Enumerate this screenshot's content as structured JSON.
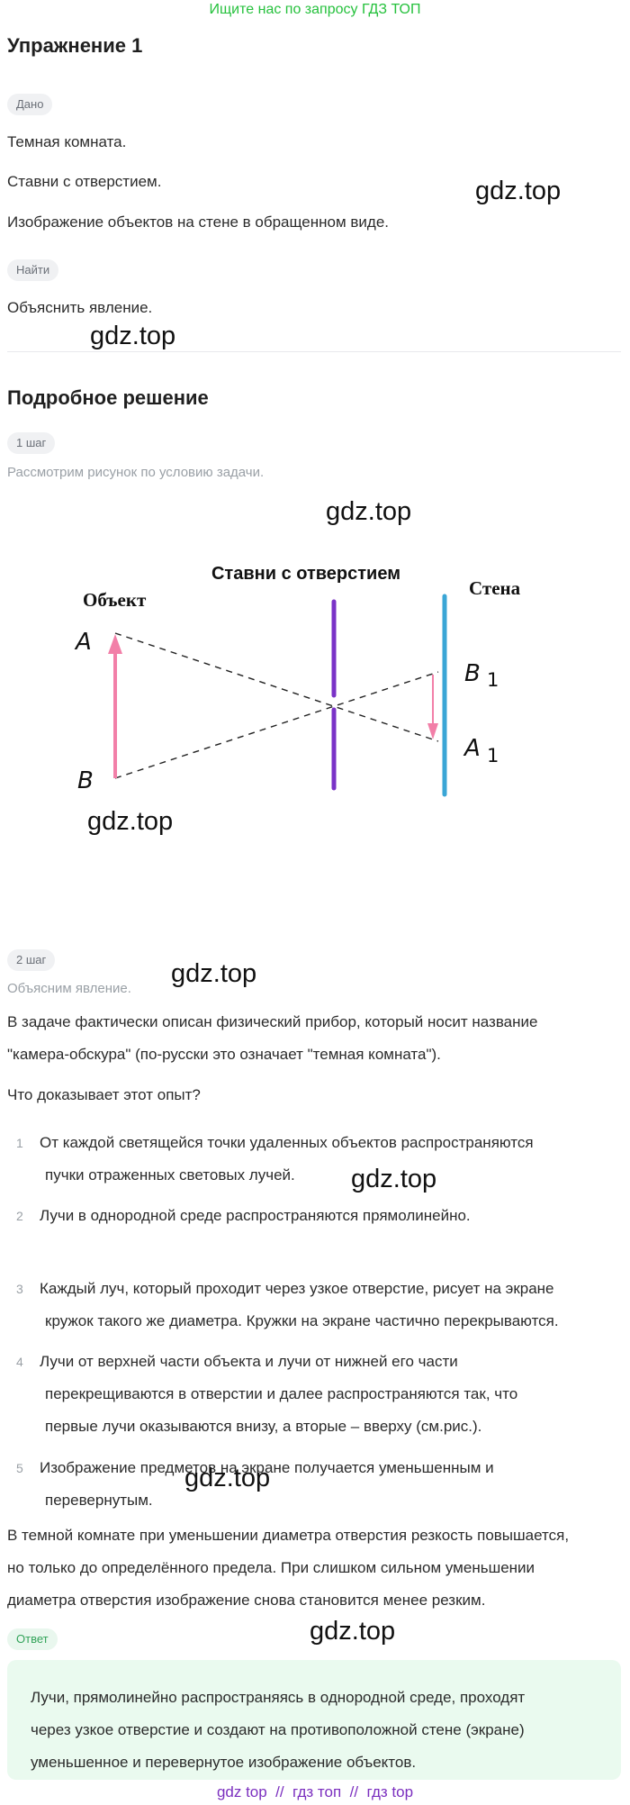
{
  "banner": "Ищите нас по запросу ГДЗ ТОП",
  "title": "Упражнение 1",
  "given": {
    "badge": "Дано",
    "lines": [
      "Темная комната.",
      "Ставни с отверстием.",
      "Изображение объектов на стене в обращенном виде."
    ]
  },
  "find": {
    "badge": "Найти",
    "line": "Объяснить явление."
  },
  "solution_title": "Подробное решение",
  "step1": {
    "badge": "1 шаг",
    "text": "Рассмотрим рисунок по условию задачи."
  },
  "diagram": {
    "title": "Ставни с отверстием",
    "object_label": "Объект",
    "wall_label": "Стена",
    "point_a": "A",
    "point_b": "B",
    "point_b1": "B",
    "point_a1": "A",
    "subscript": "1",
    "colors": {
      "arrow": "#f27fa8",
      "shutter": "#7a33c7",
      "wall": "#3aa6d6"
    }
  },
  "step2": {
    "badge": "2 шаг",
    "text": "Объясним явление.",
    "para1": [
      "В задаче фактически описан физический прибор, который носит название",
      "\"камера-обскура\" (по-русски это означает \"темная комната\")."
    ],
    "question": "Что доказывает этот опыт?",
    "items": [
      {
        "n": "1",
        "lines": [
          "От каждой светящейся точки удаленных объектов распространяются",
          "пучки отраженных световых лучей."
        ]
      },
      {
        "n": "2",
        "lines": [
          "Лучи в однородной среде распространяются прямолинейно."
        ]
      },
      {
        "n": "3",
        "lines": [
          "Каждый луч, который проходит через узкое отверстие, рисует на экране",
          "кружок такого же диаметра. Кружки на экране частично перекрываются."
        ]
      },
      {
        "n": "4",
        "lines": [
          "Лучи от верхней части объекта и лучи от нижней его части",
          "перекрещиваются в отверстии и далее распространяются так, что",
          "первые лучи оказываются внизу, а вторые – вверху (см.рис.)."
        ]
      },
      {
        "n": "5",
        "lines": [
          "Изображение предметов на экране получается уменьшенным и",
          "перевернутым."
        ]
      }
    ],
    "para2": [
      "В темной комнате при уменьшении диаметра отверстия резкость повышается,",
      "но только до определённого предела. При слишком сильном уменьшении",
      "диаметра отверстия изображение снова становится менее резким."
    ]
  },
  "answer": {
    "badge": "Ответ",
    "lines": [
      "Лучи, прямолинейно распространяясь в однородной среде, проходят",
      "через узкое отверстие и создают на противоположной стене (экране)",
      "уменьшенное и перевернутое изображение объектов."
    ]
  },
  "watermark": "gdz.top",
  "footer": "gdz top  //  гдз топ  //  гдз top"
}
